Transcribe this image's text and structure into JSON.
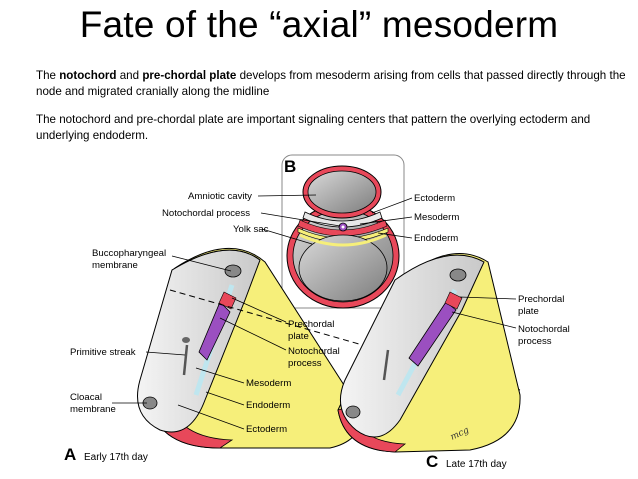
{
  "slide": {
    "title": "Fate of the “axial” mesoderm",
    "paragraph1": {
      "t1": "The ",
      "b1": "notochord",
      "t2": " and ",
      "b2": "pre-chordal plate",
      "t3": " develops from mesoderm arising from cells that passed directly through the node and migrated cranially along the midline"
    },
    "paragraph2": "The notochord and pre-chordal plate are important signaling centers that pattern the overlying ectoderm and underlying endoderm."
  },
  "figure": {
    "panelB": {
      "letter": "B",
      "labels": {
        "amniotic_cavity": "Amniotic cavity",
        "notochordal_process": "Notochordal process",
        "yolk_sac": "Yolk sac",
        "ectoderm": "Ectoderm",
        "mesoderm": "Mesoderm",
        "endoderm": "Endoderm"
      }
    },
    "panelA": {
      "letter": "A",
      "caption": "Early 17th day",
      "labels": {
        "bucco1": "Buccopharyngeal",
        "bucco2": "membrane",
        "primitive_streak": "Primitive streak",
        "cloacal1": "Cloacal",
        "cloacal2": "membrane",
        "prechordal1": "Prechordal",
        "prechordal2": "plate",
        "notochordal1": "Notochordal",
        "notochordal2": "process",
        "mesoderm": "Mesoderm",
        "endoderm": "Endoderm",
        "ectoderm": "Ectoderm"
      }
    },
    "panelC": {
      "letter": "C",
      "caption": "Late 17th day",
      "labels": {
        "prechordal1": "Prechordal",
        "prechordal2": "plate",
        "notochordal1": "Notochordal",
        "notochordal2": "process"
      }
    },
    "signature": "mcg",
    "colors": {
      "ectoderm": "#e8e8e8",
      "mesoderm": "#e8485a",
      "endoderm": "#f6ef7a",
      "notochord": "#9b4fc0",
      "cavity": "#a9a9a9",
      "amnion_lining": "#bfe6ef"
    }
  }
}
